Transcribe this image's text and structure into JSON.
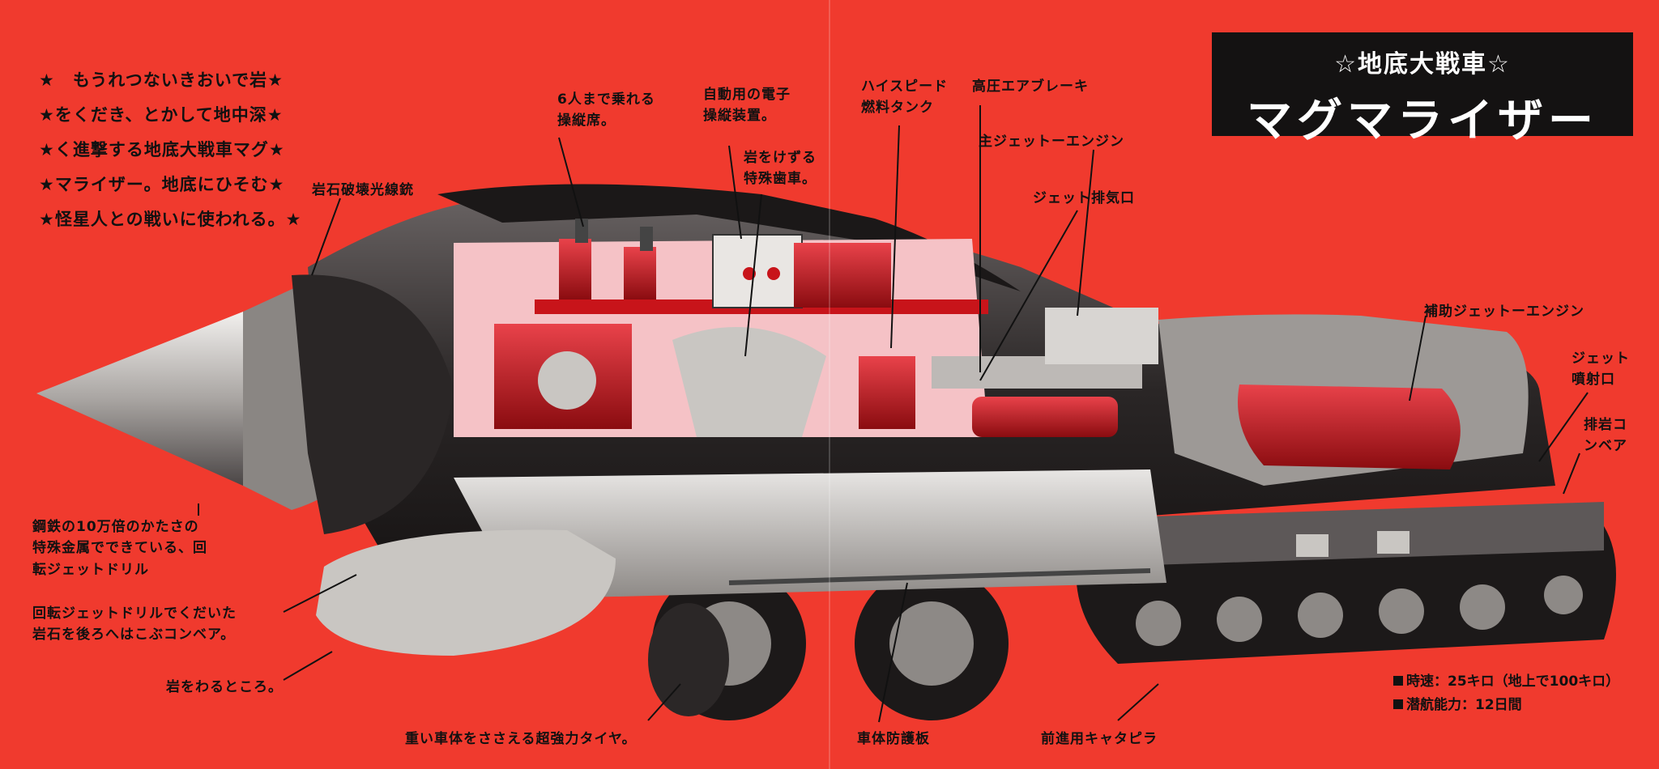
{
  "title": {
    "subtitle": "☆地底大戦車☆",
    "main": "マグマライザー"
  },
  "intro": {
    "lines": [
      "★　もうれつないきおいで岩★",
      "★をくだき、とかして地中深★",
      "★く進撃する地底大戦車マグ★",
      "★マライザー。地底にひそむ★",
      "★怪星人との戦いに使われる。★"
    ]
  },
  "labels": {
    "rock_beam_gun": "岩石破壊光線銃",
    "cockpit": [
      "6人まで乗れる",
      "操縦席。"
    ],
    "electronic_controls": [
      "自動用の電子",
      "操縦装置。"
    ],
    "special_gear": [
      "岩をけずる",
      "特殊歯車。"
    ],
    "high_speed_fuel_tank": [
      "ハイスピード",
      "燃料タンク"
    ],
    "air_brake": "高圧エアブレーキ",
    "main_jet_engine": "主ジェットーエンジン",
    "jet_exhaust": "ジェット排気口",
    "aux_jet_engine": "補助ジェットーエンジン",
    "jet_nozzle": [
      "ジェット",
      "噴射口"
    ],
    "rock_conveyor": [
      "排岩コ",
      "ンベア"
    ],
    "drill": [
      "鋼鉄の10万倍のかたさの",
      "特殊金属でできている、回",
      "転ジェットドリル"
    ],
    "conveyor_back": [
      "回転ジェットドリルでくだいた",
      "岩石を後ろへはこぶコンベア。"
    ],
    "rock_break_point": "岩をわるところ。",
    "tires": "重い車体をささえる超強力タイヤ。",
    "armor_plate": "車体防護板",
    "caterpillar": "前進用キャタピラ"
  },
  "specs": {
    "speed": "時速：25キロ（地上で100キロ）",
    "dive": "潜航能力：12日間"
  },
  "colors": {
    "background": "#f03a2e",
    "title_box": "#141212",
    "engine_red": "#c8141a",
    "hull_dark": "#2a2626",
    "metal": "#c9c6c2"
  }
}
